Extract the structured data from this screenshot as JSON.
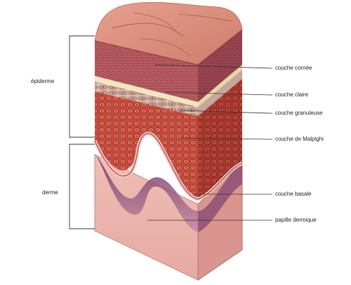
{
  "groups": [
    {
      "id": "epiderme",
      "label": "épiderme"
    },
    {
      "id": "derme",
      "label": "derme"
    }
  ],
  "callouts": [
    {
      "id": "couche-cornee",
      "label": "couche cornée"
    },
    {
      "id": "couche-claire",
      "label": "couche claire"
    },
    {
      "id": "couche-granuleuse",
      "label": "couche granuleuse"
    },
    {
      "id": "couche-malpighi",
      "label": "couche de Malpighi"
    },
    {
      "id": "couche-basale",
      "label": "couche basale"
    },
    {
      "id": "papille-dermique",
      "label": "papille dermique"
    }
  ],
  "colors": {
    "surface": "#d9897a",
    "cornee": "#b85a62",
    "claire": "#f1e6bf",
    "granuleuse": "#d7b5a8",
    "malpighi": "#c2463b",
    "derme": "#e9b0a8",
    "derme_dark": "#7c3f66",
    "line": "#333333"
  }
}
